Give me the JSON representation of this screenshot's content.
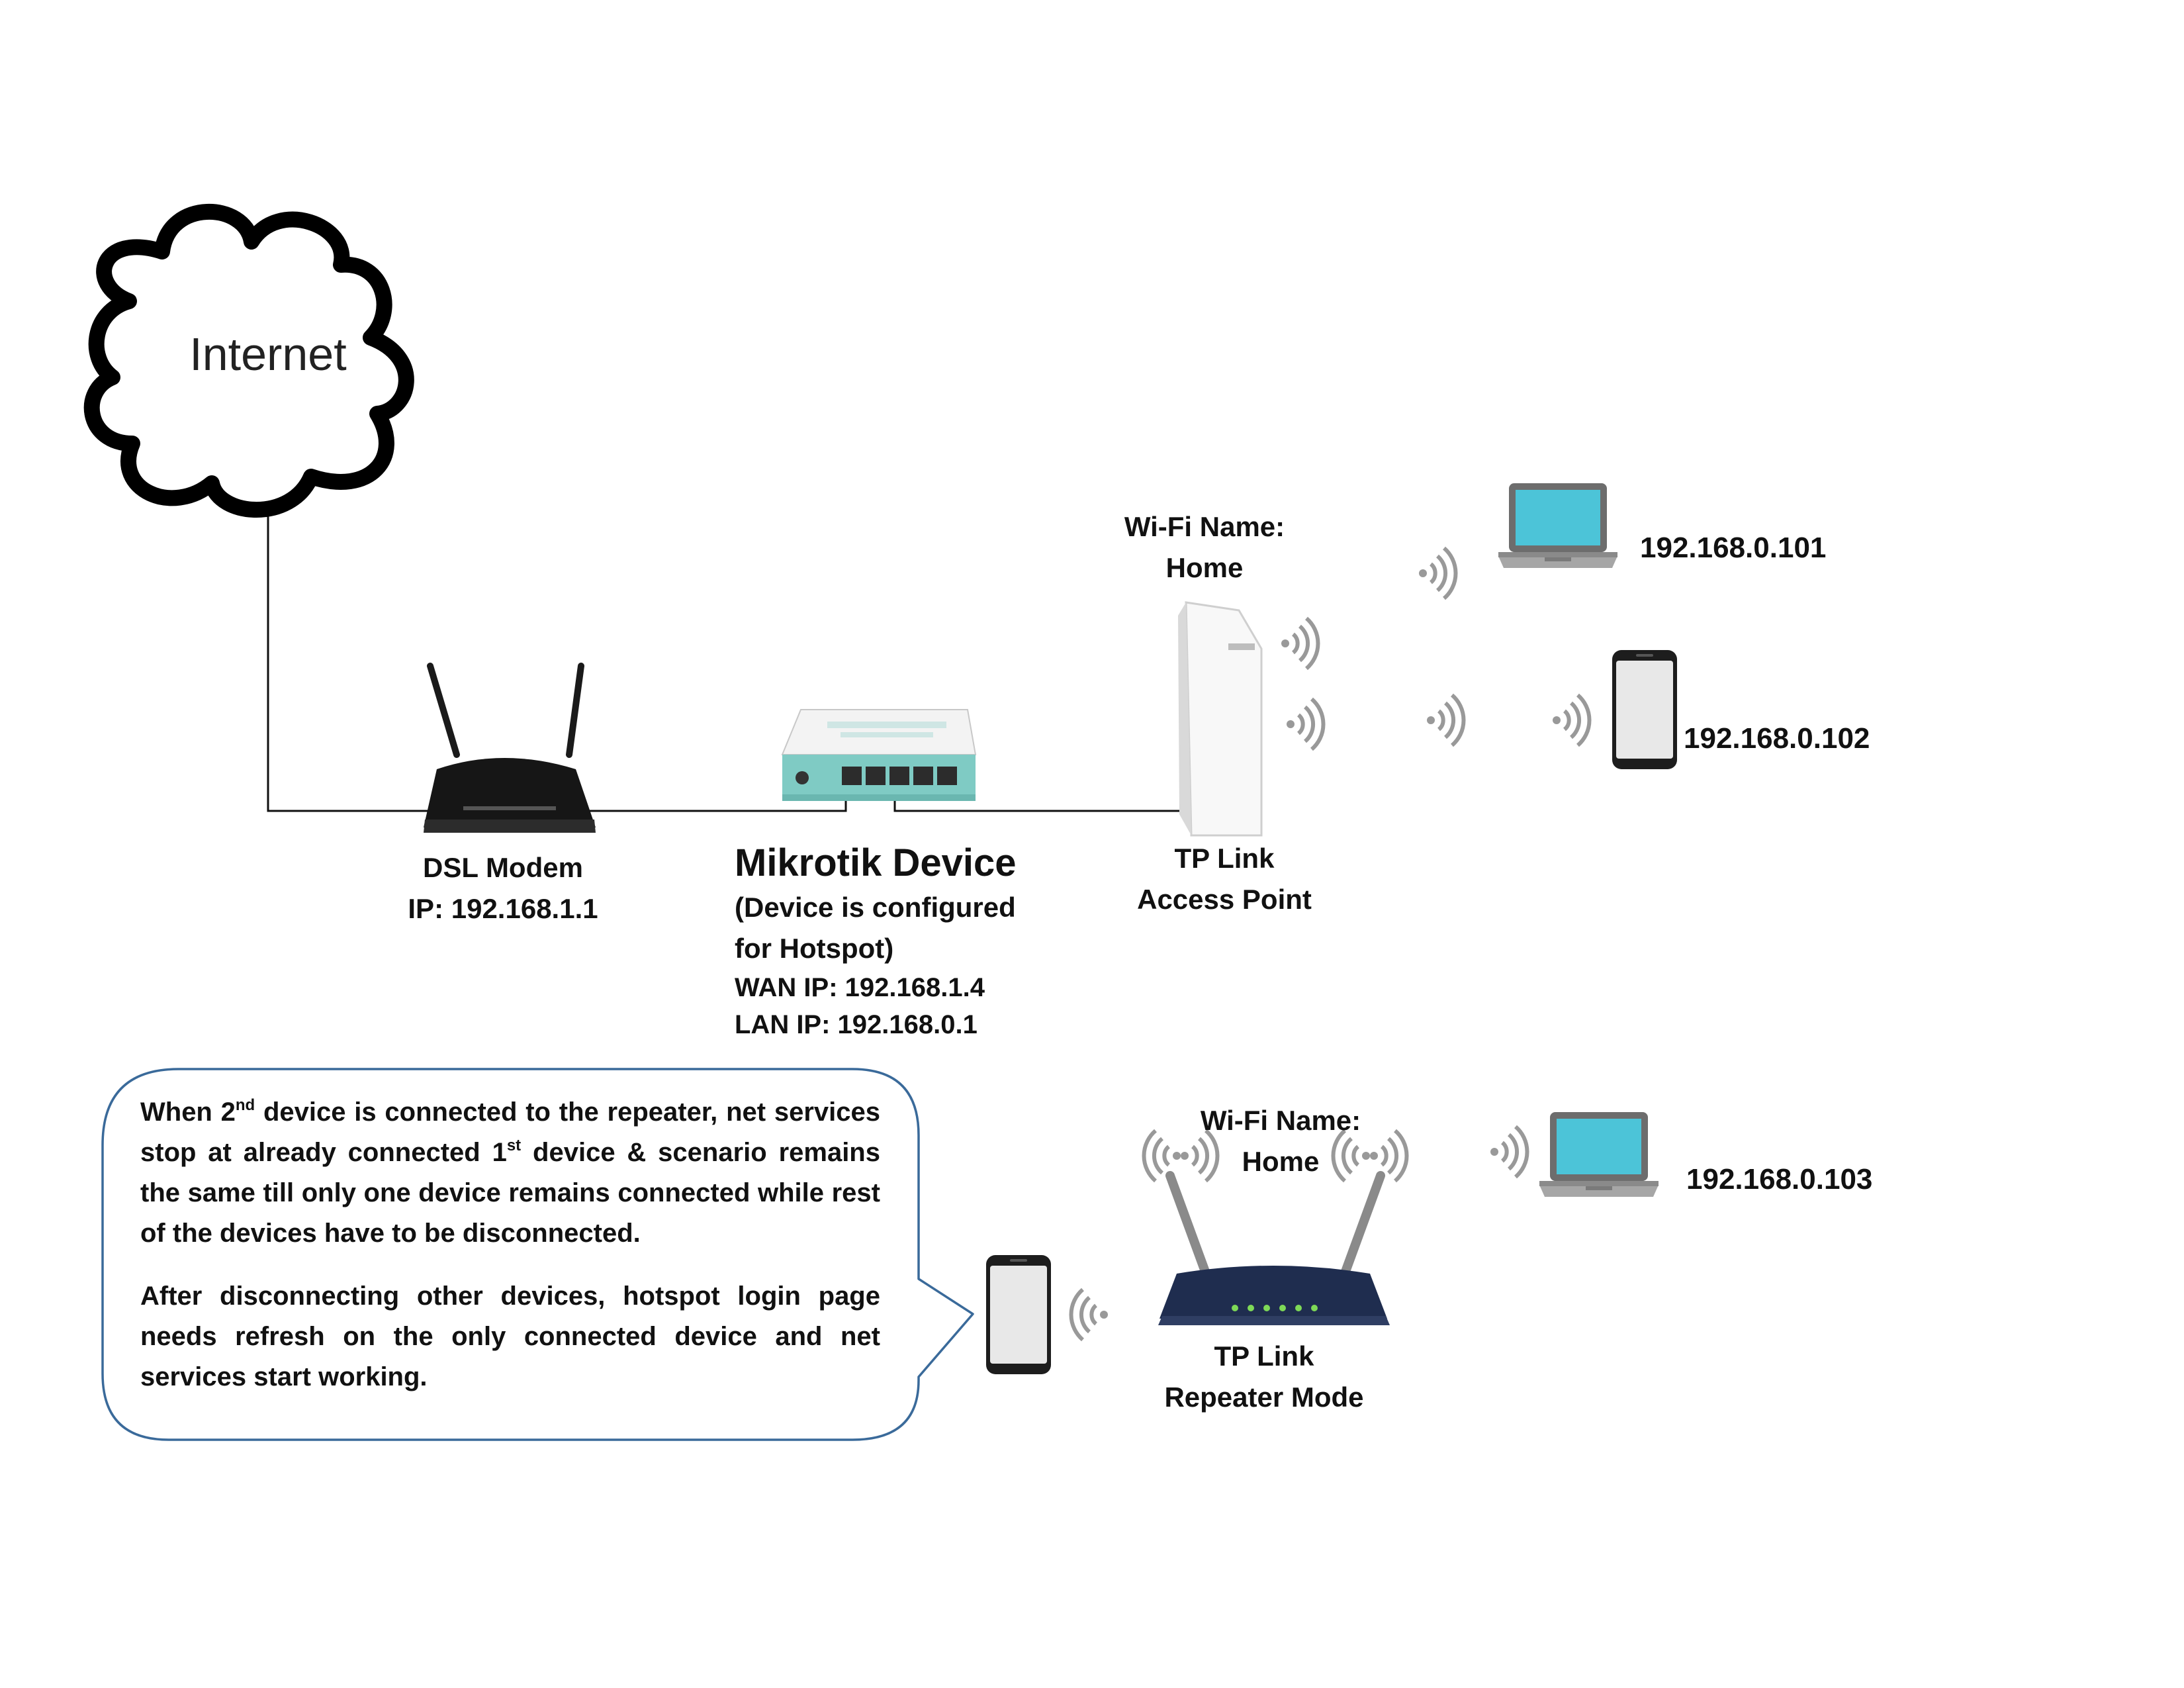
{
  "internet": {
    "label": "Internet"
  },
  "dsl_modem": {
    "name": "DSL Modem",
    "ip": "IP: 192.168.1.1"
  },
  "mikrotik": {
    "name": "Mikrotik Device",
    "note_line1": "(Device is configured",
    "note_line2": "for Hotspot)",
    "wan_ip": "WAN IP: 192.168.1.4",
    "lan_ip": "LAN IP: 192.168.0.1"
  },
  "access_point": {
    "wifi_label": "Wi-Fi Name:",
    "wifi_name": "Home",
    "name_line1": "TP Link",
    "name_line2": "Access Point"
  },
  "repeater": {
    "wifi_label": "Wi-Fi Name:",
    "wifi_name": "Home",
    "name_line1": "TP Link",
    "name_line2": "Repeater Mode"
  },
  "clients": {
    "laptop_1_ip": "192.168.0.101",
    "phone_1_ip": "192.168.0.102",
    "laptop_2_ip": "192.168.0.103"
  },
  "callout": {
    "p1_pre": "When 2",
    "p1_sup1": "nd",
    "p1_mid": " device is connected to the repeater, net services stop at already connected 1",
    "p1_sup2": "st",
    "p1_post": " device & scenario remains the same till only one device remains connected while rest of the devices have to be disconnected.",
    "p2": "After disconnecting other devices, hotspot login page needs refresh on the only connected device and net services start working."
  },
  "colors": {
    "line": "#111111",
    "callout_border": "#3a6a9a",
    "laptop_screen": "#4cc4d8",
    "device_gray": "#9a9a9a",
    "mikrotik_teal": "#7fcbc4",
    "repeater_navy": "#1f2d4f",
    "status_led": "#7ed957"
  },
  "icons": [
    "cloud-icon",
    "dsl-modem-icon",
    "mikrotik-router-icon",
    "access-point-icon",
    "wifi-signal-icon",
    "laptop-icon",
    "smartphone-icon",
    "repeater-router-icon"
  ]
}
